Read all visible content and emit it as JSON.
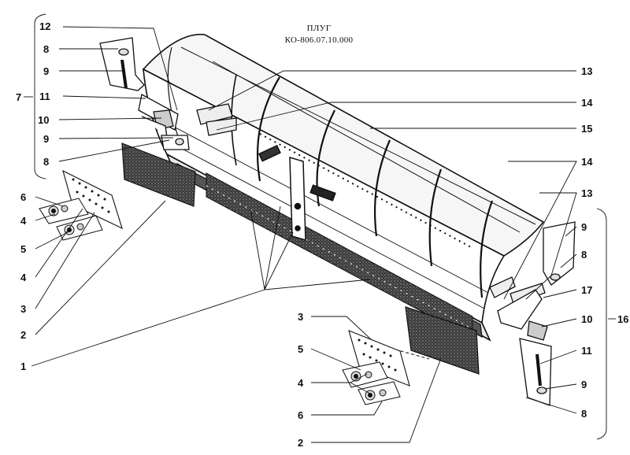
{
  "title": "ПЛУГ",
  "doc_number": "КО-806.07.10.000",
  "callouts": {
    "c1": "1",
    "c2a": "2",
    "c2b": "2",
    "c3a": "3",
    "c3b": "3",
    "c4a": "4",
    "c4b": "4",
    "c4c": "4",
    "c5a": "5",
    "c5b": "5",
    "c6a": "6",
    "c6b": "6",
    "c7": "7",
    "c8a": "8",
    "c8b": "8",
    "c8c": "8",
    "c8d": "8",
    "c9a": "9",
    "c9b": "9",
    "c9c": "9",
    "c9d": "9",
    "c10a": "10",
    "c10b": "10",
    "c11a": "11",
    "c11b": "11",
    "c12": "12",
    "c13a": "13",
    "c13b": "13",
    "c14a": "14",
    "c14b": "14",
    "c15": "15",
    "c16": "16",
    "c17": "17"
  }
}
